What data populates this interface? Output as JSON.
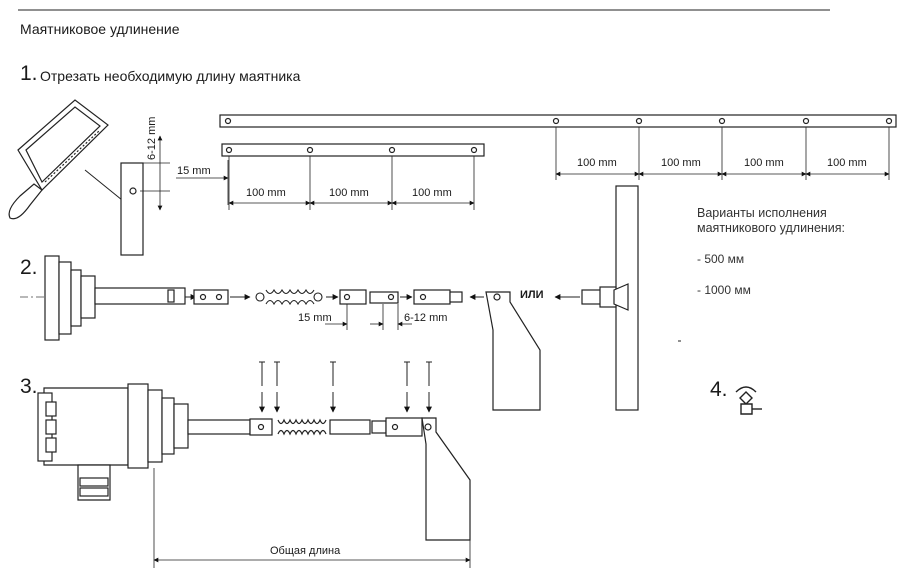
{
  "header": {
    "title": "Маятниковое удлинение"
  },
  "steps": [
    {
      "num": "1.",
      "text": "Отрезать необходимую длину маятника"
    },
    {
      "num": "2."
    },
    {
      "num": "3."
    },
    {
      "num": "4."
    }
  ],
  "dims": {
    "cut_range": "6-12 mm",
    "offset": "15 mm",
    "spacing": "100 mm",
    "offset_2": "15 mm",
    "cut_range_2": "6-12 mm",
    "total_length": "Общая длина"
  },
  "labels": {
    "or": "ИЛИ"
  },
  "variants": {
    "heading_line1": "Варианты исполнения",
    "heading_line2": "маятникового удлинения:",
    "options": [
      "- 500 мм",
      "- 1000 мм"
    ]
  }
}
